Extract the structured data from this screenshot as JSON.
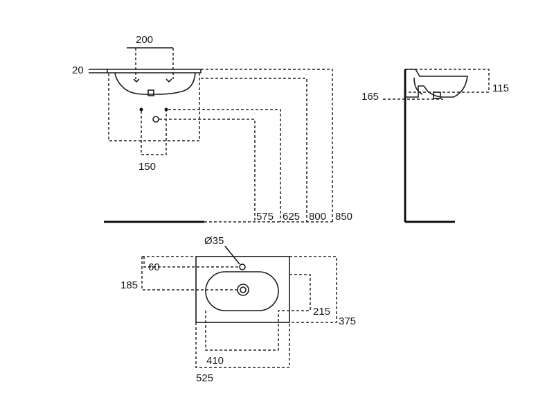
{
  "dimensions": {
    "front_tap_spacing": "200",
    "front_deck_thickness": "20",
    "front_trap_width": "150",
    "height_575": "575",
    "height_625": "625",
    "height_800": "800",
    "height_850": "850",
    "side_height_165": "165",
    "side_depth_115": "115",
    "plan_tap_hole": "Ø35",
    "plan_tap_offset": "60",
    "plan_bowl_offset": "185",
    "plan_depth_215": "215",
    "plan_depth_375": "375",
    "plan_bowl_width": "410",
    "plan_overall_width": "525"
  }
}
